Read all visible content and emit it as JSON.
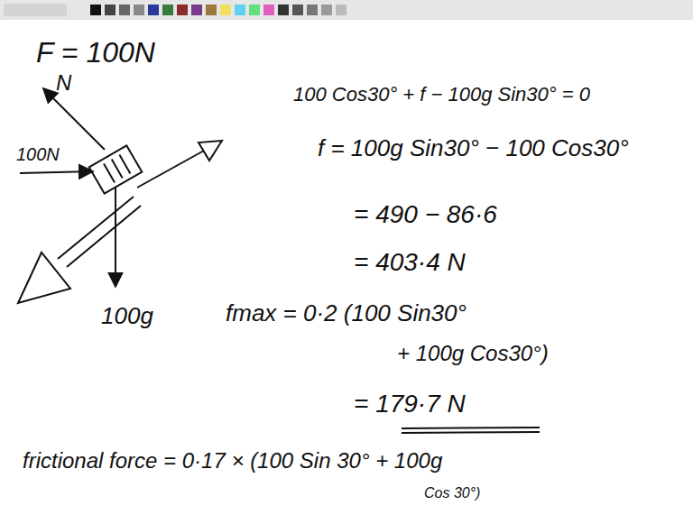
{
  "diagram": {
    "labels": [
      "F = 100N",
      "N",
      "100N",
      "100g",
      "100 Cos30° + f − 100g Sin30° = 0",
      "f = 100g Sin30° − 100 Cos30°",
      "= 490 − 86·6",
      "= 403·4 N",
      "fmax = 0·2 (100 Sin30°",
      "+ 100g Cos30°)",
      "= 179·7 N",
      "frictional force = 0·17 × (100 Sin 30° + 100g",
      "Cos 30°)"
    ]
  }
}
